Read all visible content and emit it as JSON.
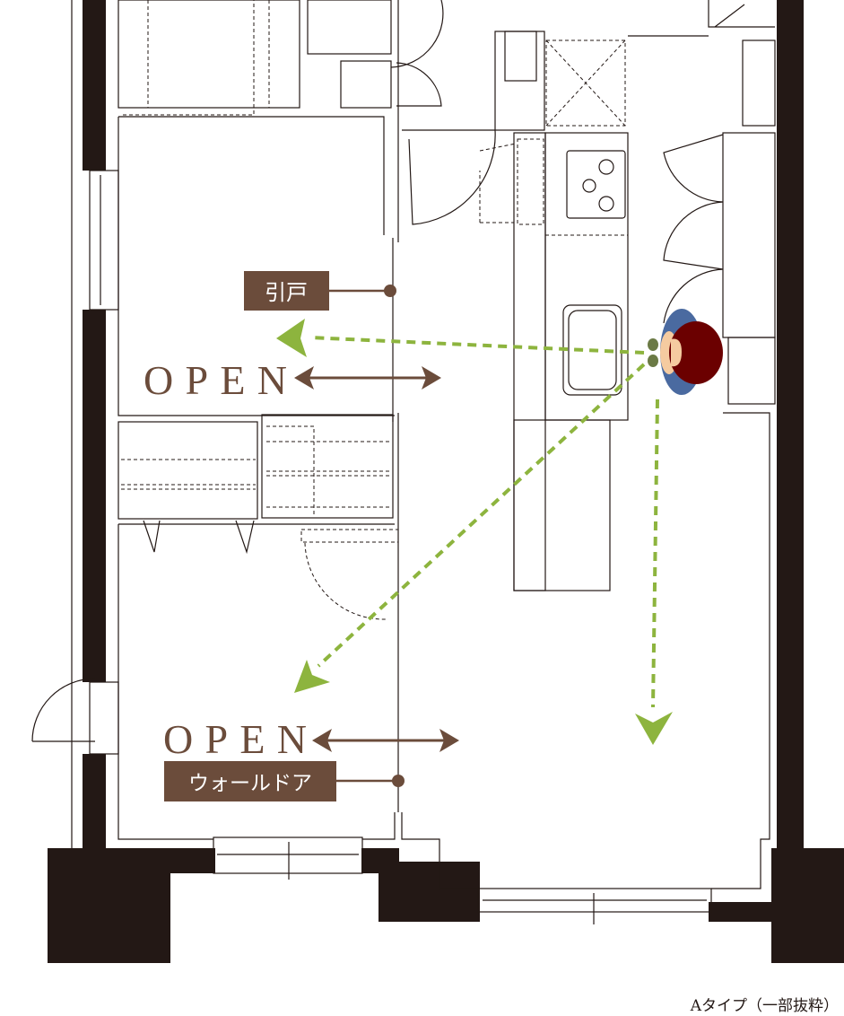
{
  "labels": {
    "sliding_door": "引戸",
    "wall_door": "ウォールドア",
    "open_top": "OPEN",
    "open_bottom": "OPEN"
  },
  "caption": "Aタイプ（一部抜粋）",
  "colors": {
    "brown": "#6b4c3b",
    "green": "#8db43e",
    "wall": "#231815"
  }
}
